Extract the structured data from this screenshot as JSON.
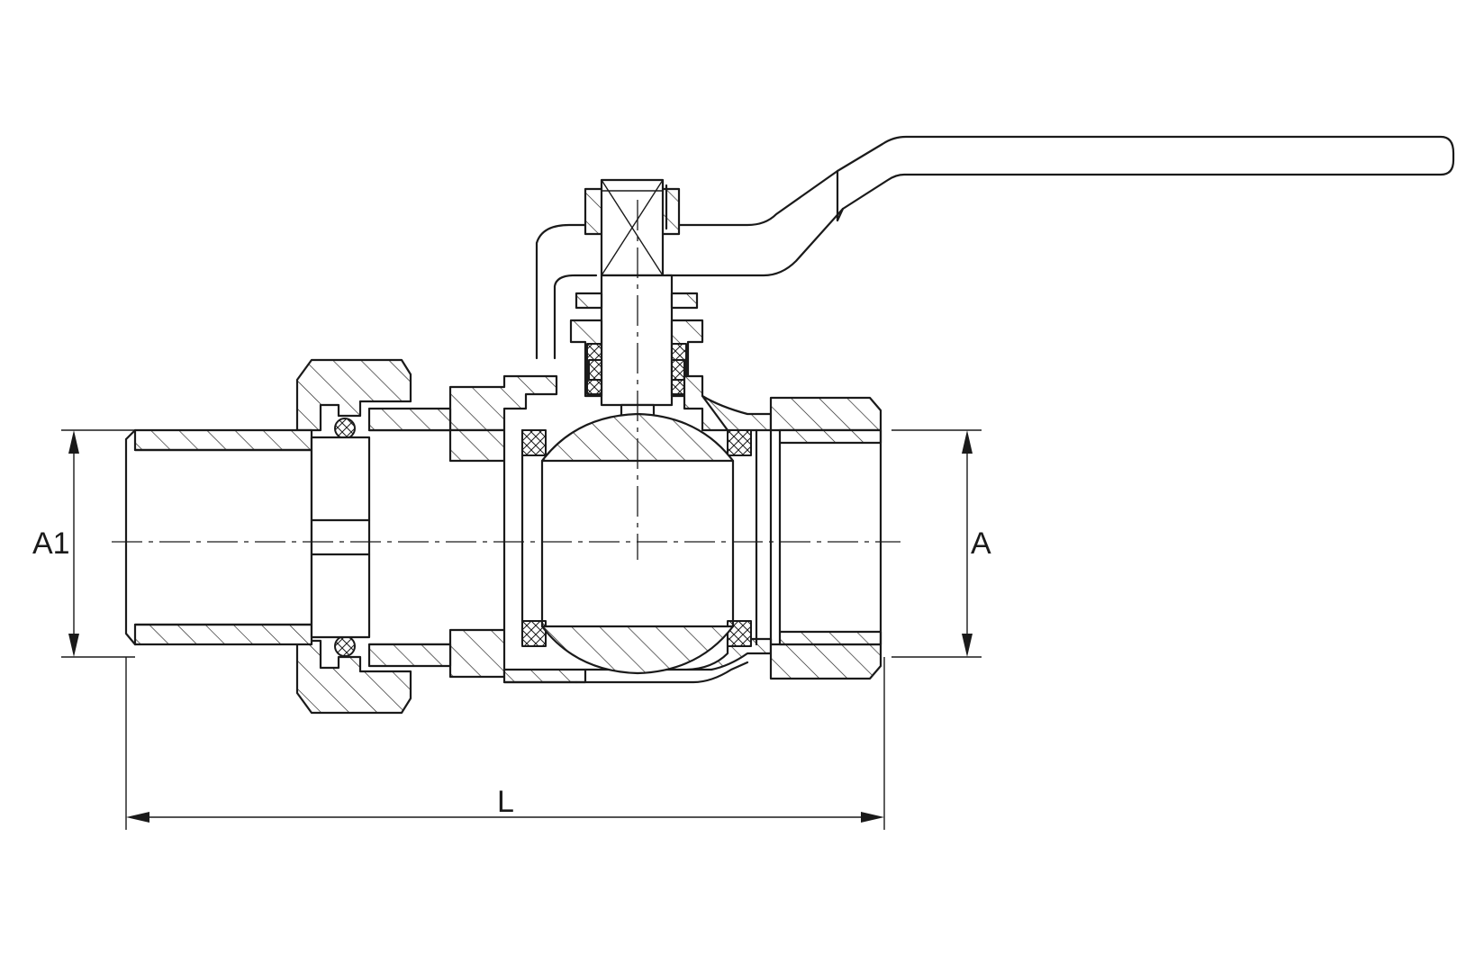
{
  "labels": {
    "a1": "A1",
    "a": "A",
    "l": "L"
  },
  "colors": {
    "line": "#1a1a1a",
    "background": "#ffffff"
  }
}
